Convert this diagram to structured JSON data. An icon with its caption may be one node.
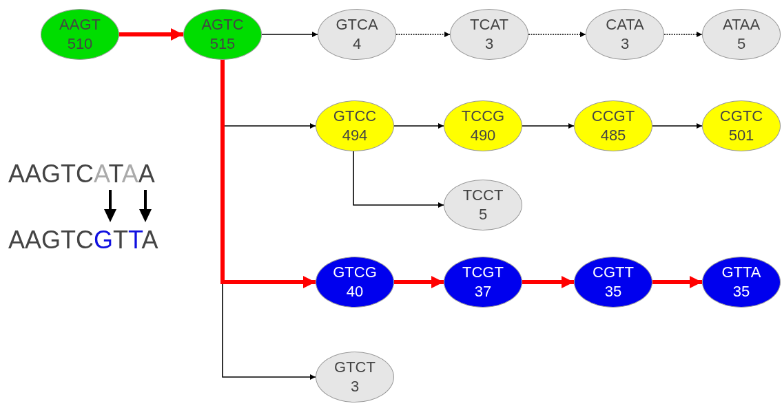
{
  "diagram": {
    "nodes": [
      {
        "text": [
          "AAGT",
          "510"
        ]
      },
      {
        "text": [
          "AGTC",
          "515"
        ]
      },
      {
        "text": [
          "GTCA",
          "4"
        ]
      },
      {
        "text": [
          "TCAT",
          "3"
        ]
      },
      {
        "text": [
          "CATA",
          "3"
        ]
      },
      {
        "text": [
          "ATAA",
          "5"
        ]
      },
      {
        "text": [
          "GTCC",
          "494"
        ]
      },
      {
        "text": [
          "TCCG",
          "490"
        ]
      },
      {
        "text": [
          "CCGT",
          "485"
        ]
      },
      {
        "text": [
          "CGTC",
          "501"
        ]
      },
      {
        "text": [
          "TCCT",
          "5"
        ]
      },
      {
        "text": [
          "GTCG",
          "40"
        ]
      },
      {
        "text": [
          "TCGT",
          "37"
        ]
      },
      {
        "text": [
          "CGTT",
          "35"
        ]
      },
      {
        "text": [
          "GTTA",
          "35"
        ]
      },
      {
        "text": [
          "GTCT",
          "3"
        ]
      }
    ],
    "edges": [
      {
        "from": 0,
        "to": 1,
        "arrow": "to",
        "style": "thick",
        "color": "#ff0000"
      },
      {
        "from": 1,
        "to": 2,
        "arrow": "to"
      },
      {
        "from": 2,
        "to": 3,
        "arrow": "to",
        "style": "dashed"
      },
      {
        "from": 3,
        "to": 4,
        "arrow": "to",
        "style": "dashed"
      },
      {
        "from": 4,
        "to": 5,
        "arrow": "to",
        "style": "dashed"
      },
      {
        "from": 1,
        "to": 6,
        "arrow": "to"
      },
      {
        "from": 6,
        "to": 7,
        "arrow": "to"
      },
      {
        "from": 7,
        "to": 8,
        "arrow": "to"
      },
      {
        "from": 8,
        "to": 9,
        "arrow": "to"
      },
      {
        "from": 6,
        "to": 10,
        "arrow": "to"
      },
      {
        "from": 1,
        "to": 15,
        "arrow": "to"
      },
      {
        "from": 1,
        "to": 11,
        "arrow": "to",
        "style": "thick",
        "color": "#ff0000"
      },
      {
        "from": 11,
        "to": 12,
        "arrow": "to",
        "style": "thick",
        "color": "#ff0000"
      },
      {
        "from": 12,
        "to": 13,
        "arrow": "to",
        "style": "thick",
        "color": "#ff0000"
      },
      {
        "from": 13,
        "to": 14,
        "arrow": "to",
        "style": "thick",
        "color": "#ff0000"
      }
    ],
    "labels": [
      "AAGTCATAA",
      "AAGTCGTTA"
    ]
  }
}
